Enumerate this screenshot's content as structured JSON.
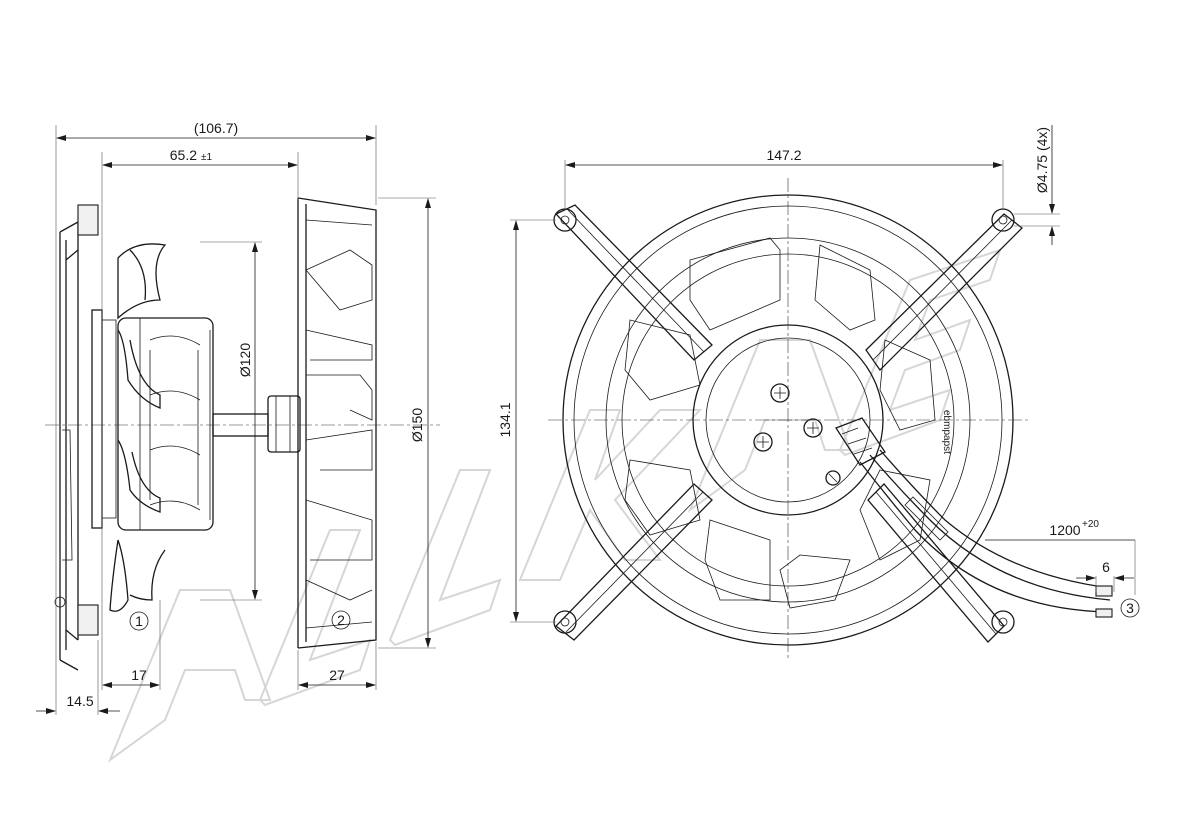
{
  "side_view": {
    "overall_length": "(106.7)",
    "motor_length": "65.2",
    "motor_tolerance": "±1",
    "impeller_dia": "Ø120",
    "housing_dia": "Ø150",
    "rotor_offset": "17",
    "flange_offset": "14.5",
    "housing_depth": "27",
    "callout_1": "1",
    "callout_2": "2"
  },
  "front_view": {
    "hole_spacing_h": "147.2",
    "hole_spacing_v": "134.1",
    "hole_dia": "Ø4.75 (4x)",
    "cable_length": "1200",
    "cable_tolerance": "+20",
    "strip_length": "6",
    "callout_3": "3",
    "brand_mark": "ebmpapst"
  }
}
